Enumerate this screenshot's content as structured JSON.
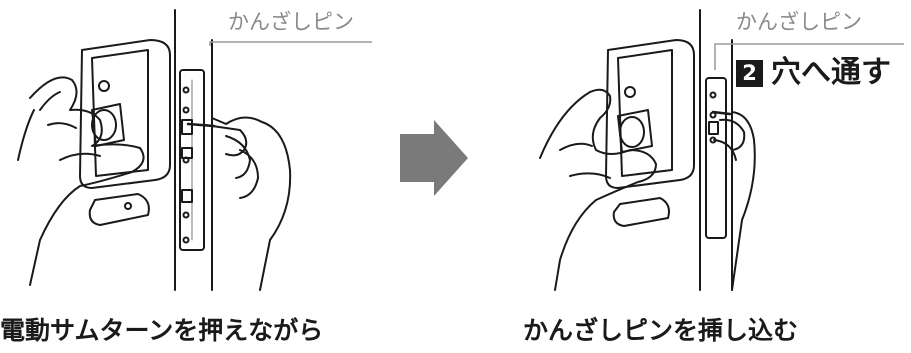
{
  "left_panel": {
    "callout_label": "かんざしピン",
    "caption": "電動サムターンを押えながら"
  },
  "right_panel": {
    "callout_label": "かんざしピン",
    "step_number": "2",
    "step_text": "穴へ通す",
    "caption": "かんざしピンを挿し込む"
  },
  "arrow": {
    "icon": "right-arrow-icon",
    "color": "#7a7a7a"
  }
}
